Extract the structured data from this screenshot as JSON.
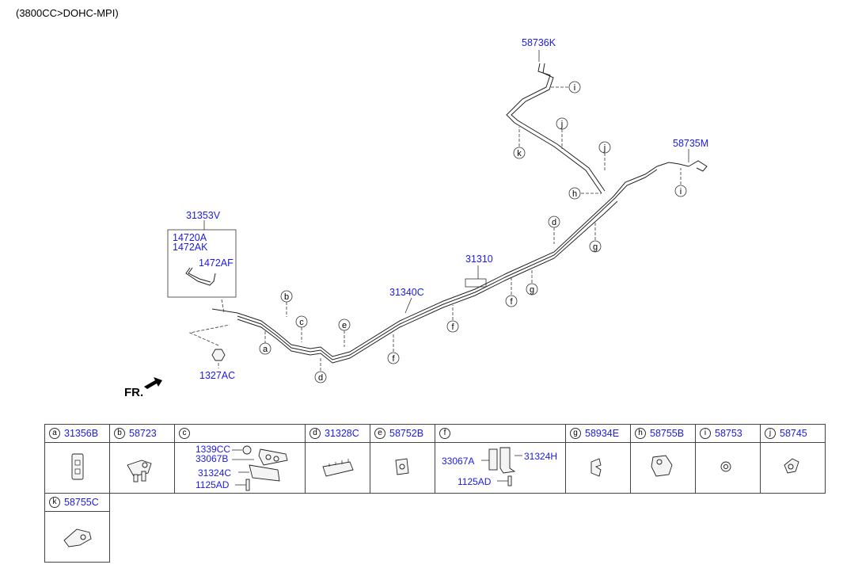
{
  "header": {
    "title": "(3800CC>DOHC-MPI)"
  },
  "diagram": {
    "labels": {
      "p58736K": "58736K",
      "p58735M": "58735M",
      "p31353V": "31353V",
      "p14720A": "14720A",
      "p1472AK": "1472AK",
      "p1472AF": "1472AF",
      "p1327AC": "1327AC",
      "p31310": "31310",
      "p31340C": "31340C",
      "fr": "FR."
    },
    "callouts": {
      "a": "a",
      "b": "b",
      "c": "c",
      "d": "d",
      "e": "e",
      "f": "f",
      "g": "g",
      "h": "h",
      "i": "i",
      "j": "j",
      "k": "k"
    }
  },
  "legend": {
    "a": {
      "letter": "a",
      "code": "31356B"
    },
    "b": {
      "letter": "b",
      "code": "58723"
    },
    "c": {
      "letter": "c",
      "code": "",
      "parts": [
        "1339CC",
        "33067B",
        "31324C",
        "1125AD"
      ]
    },
    "d": {
      "letter": "d",
      "code": "31328C"
    },
    "e": {
      "letter": "e",
      "code": "58752B"
    },
    "f": {
      "letter": "f",
      "code": "",
      "parts": [
        "33067A",
        "31324H",
        "1125AD"
      ]
    },
    "g": {
      "letter": "g",
      "code": "58934E"
    },
    "h": {
      "letter": "h",
      "code": "58755B"
    },
    "i": {
      "letter": "i",
      "code": "58753"
    },
    "j": {
      "letter": "j",
      "code": "58745"
    },
    "k": {
      "letter": "k",
      "code": "58755C"
    }
  }
}
